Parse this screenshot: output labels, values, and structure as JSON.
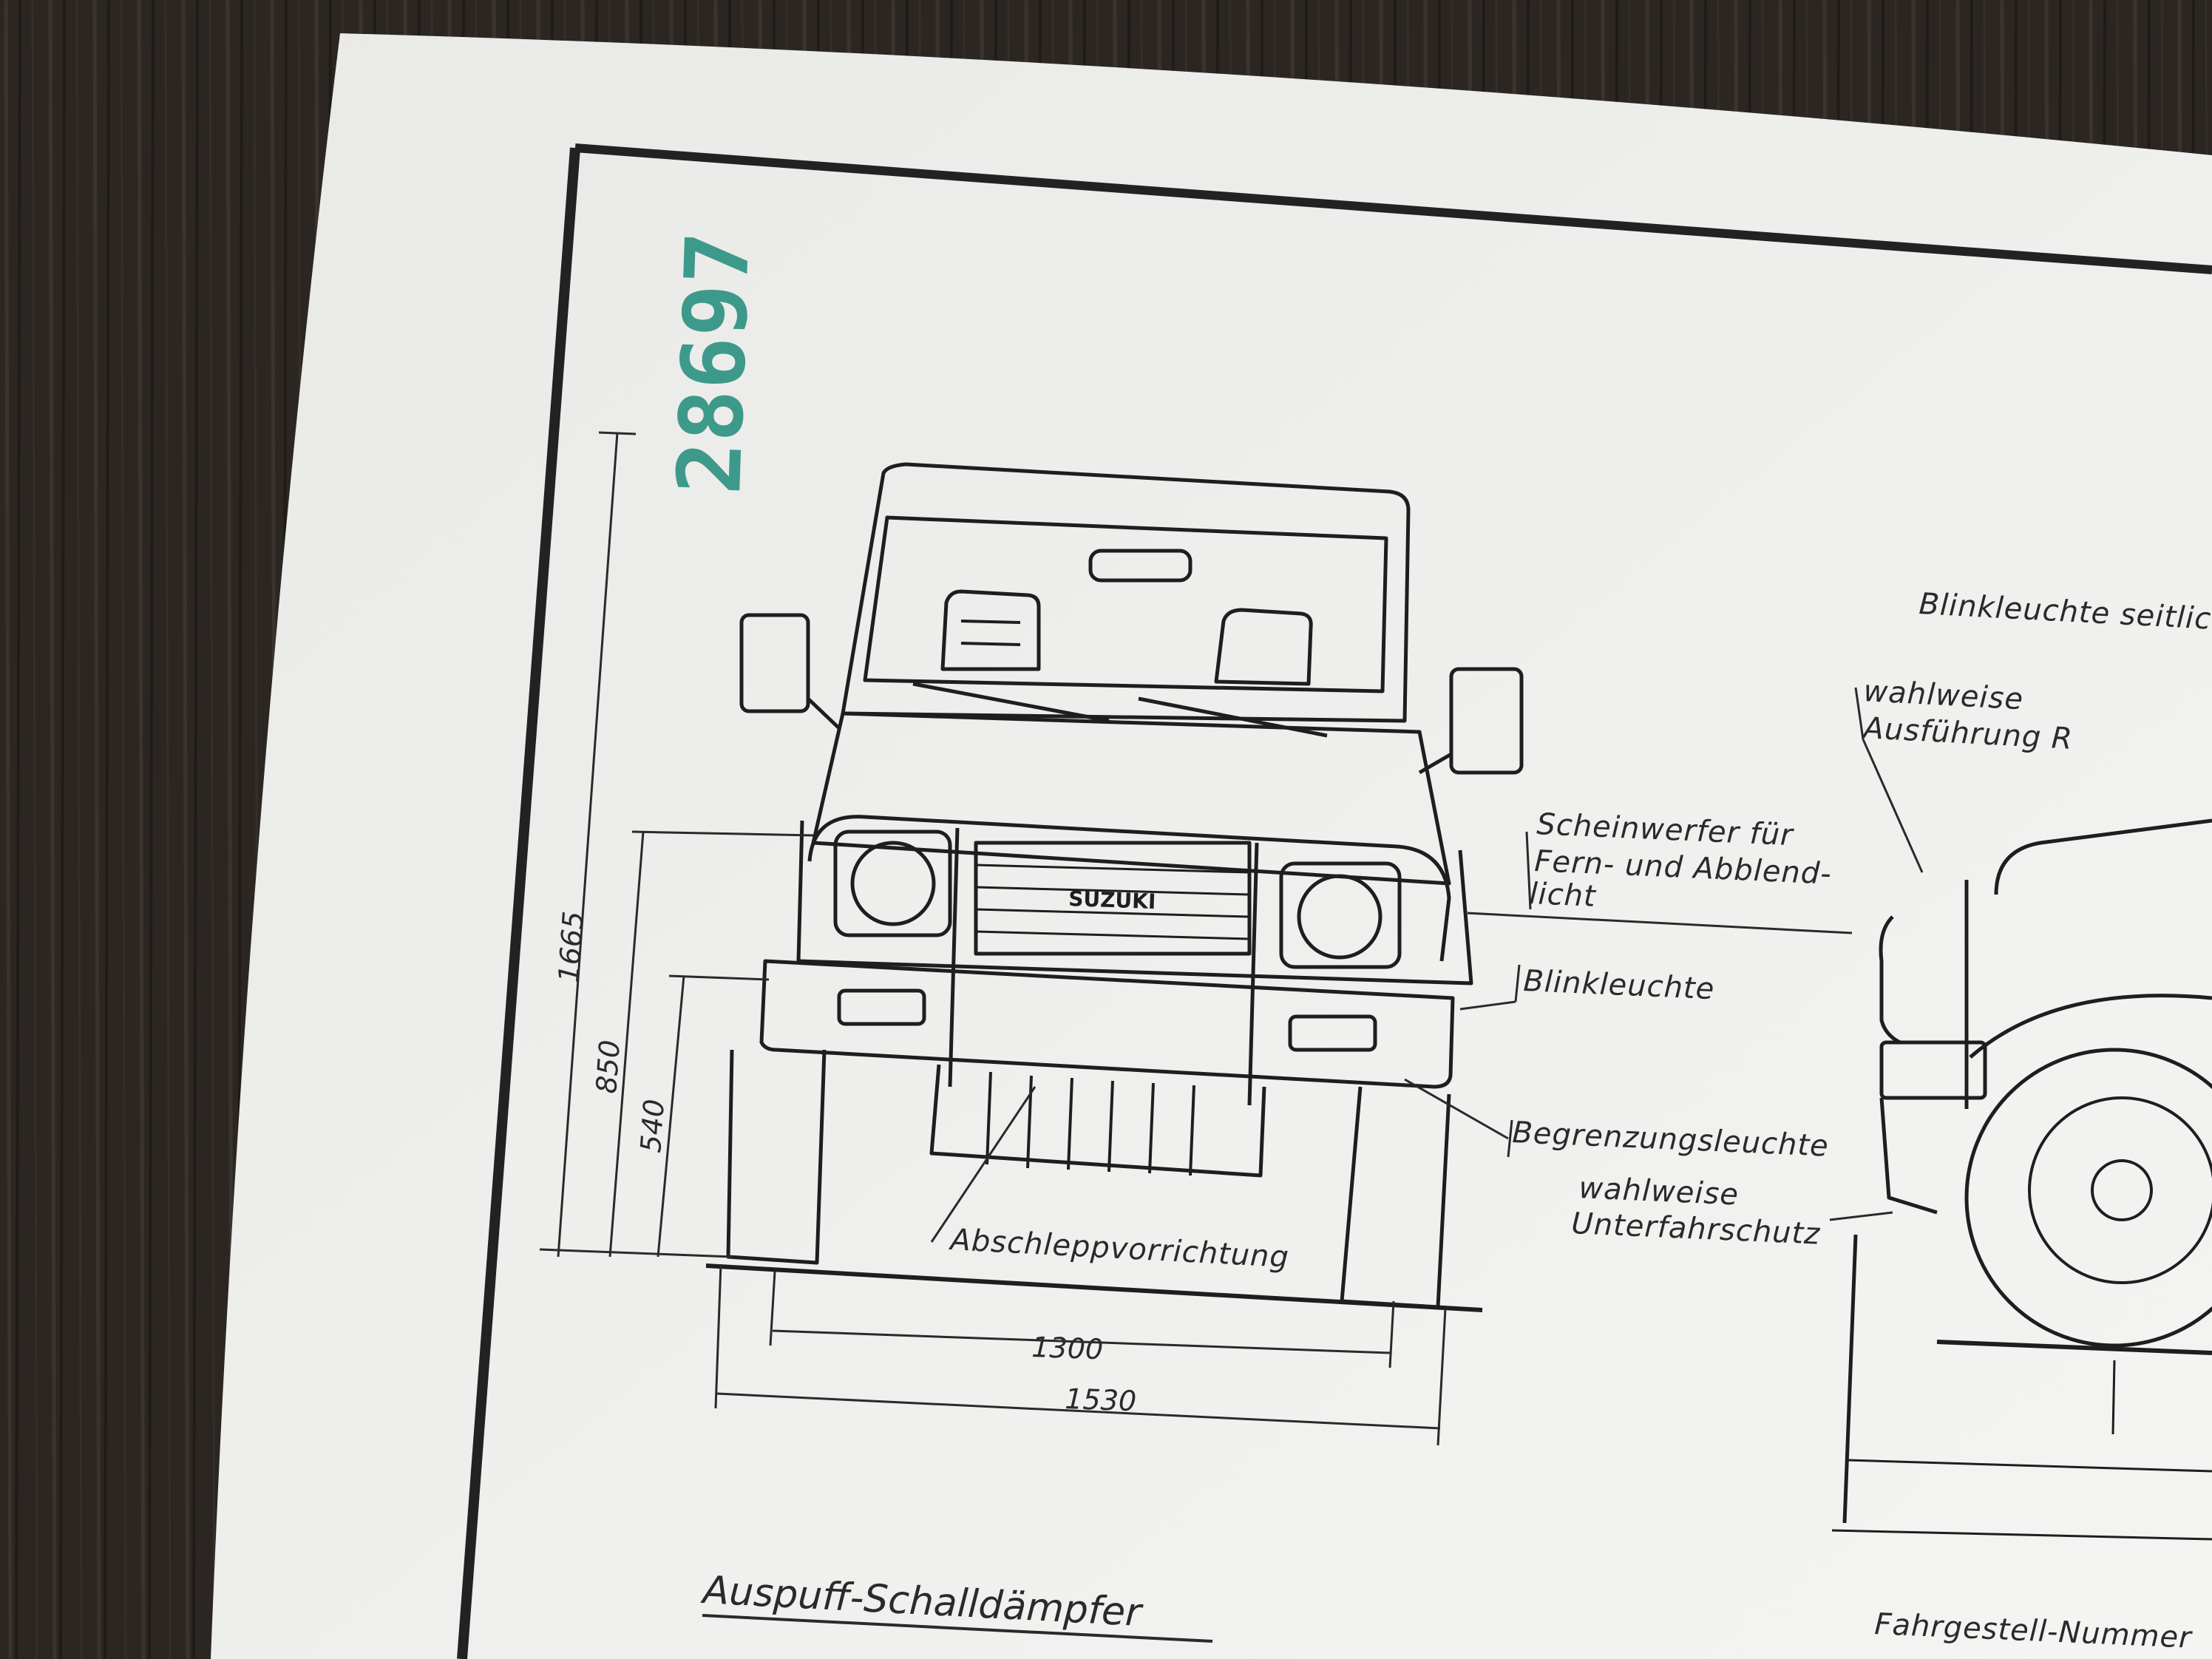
{
  "stamp_number": "28697",
  "brand_badge": "SUZUKI",
  "dimensions": {
    "height_total": "1665",
    "height_lamp": "850",
    "height_bumper": "540",
    "track_width": "1300",
    "overall_width": "1530"
  },
  "labels": {
    "scheinwerfer_1": "Scheinwerfer für",
    "scheinwerfer_2": "Fern- und Abblend-",
    "scheinwerfer_3": "licht",
    "blinkleuchte": "Blinkleuchte",
    "begrenzungsleuchte": "Begrenzungsleuchte",
    "unterfahrschutz_1": "wahlweise",
    "unterfahrschutz_2": "Unterfahrschutz",
    "abschlepp": "Abschleppvorrichtung",
    "blinkleuchte_seitlich": "Blinkleuchte seitlich",
    "ausfuehrung_1": "wahlweise",
    "ausfuehrung_2": "Ausführung R",
    "auspuff": "Auspuff-Schalldämpfer",
    "fahrgestell": "Fahrgestell-Nummer"
  },
  "colors": {
    "table": "#2b2622",
    "paper": "#eeeeec",
    "ink": "#2a2a2a",
    "stamp": "#3d9a8a"
  }
}
